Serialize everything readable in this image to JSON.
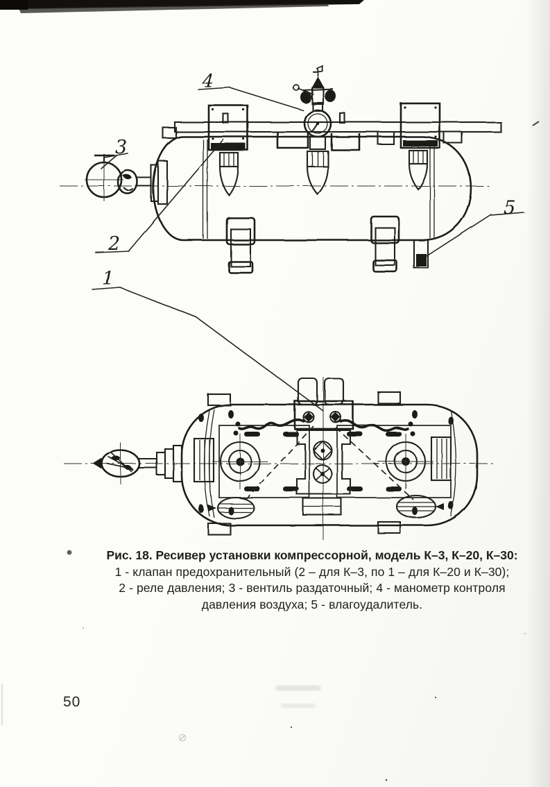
{
  "document": {
    "page_number": "50"
  },
  "figure": {
    "caption_title": "Рис. 18. Ресивер установки компрессорной, модель К–3, К–20, К–30:",
    "caption_lines": [
      "1 - клапан предохранительный (2 – для К–3, по 1 – для К–20 и К–30);",
      "2 - реле давления; 3 - вентиль раздаточный; 4 - манометр контроля",
      "давления воздуха; 5 - влагоудалитель."
    ],
    "callouts": {
      "c1": "1",
      "c2": "2",
      "c3": "3",
      "c4": "4",
      "c5": "5"
    },
    "ink_color": "#23211d",
    "paper_color": "#fcfcfa"
  }
}
